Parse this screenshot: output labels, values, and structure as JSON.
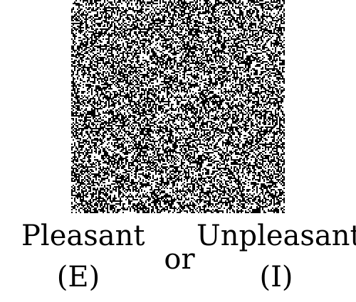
{
  "stimulus": {
    "icon": "random-dot-noise-pattern",
    "colors": {
      "dark": "#000000",
      "light": "#ffffff"
    }
  },
  "options": {
    "left": {
      "label": "Pleasant",
      "key": "(E)"
    },
    "separator": "or",
    "right": {
      "label": "Unpleasant",
      "key": "(I)"
    }
  }
}
